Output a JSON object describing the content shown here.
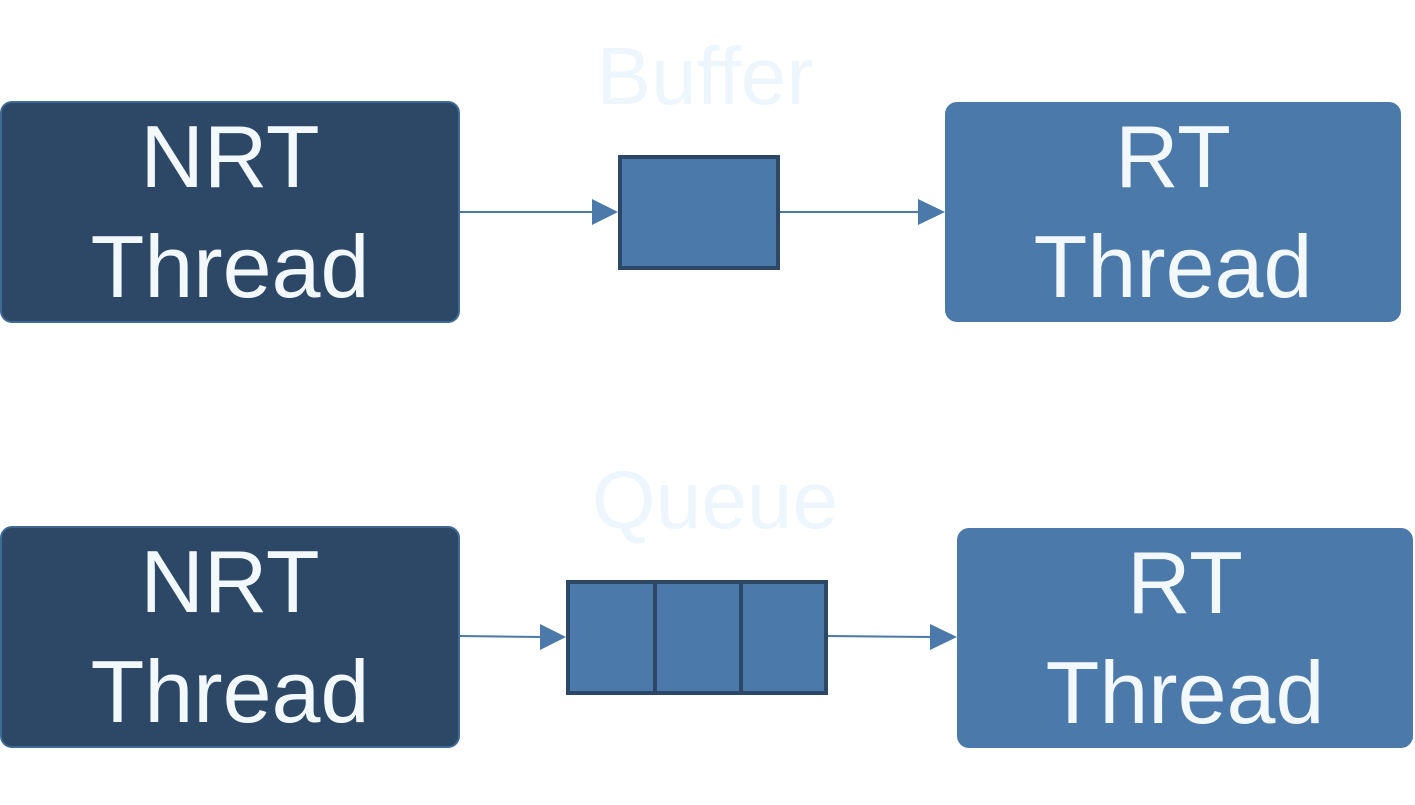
{
  "diagram": {
    "top": {
      "title": "Buffer",
      "source": {
        "line1": "NRT",
        "line2": "Thread"
      },
      "target": {
        "line1": "RT",
        "line2": "Thread"
      }
    },
    "bottom": {
      "title": "Queue",
      "source": {
        "line1": "NRT",
        "line2": "Thread"
      },
      "target": {
        "line1": "RT",
        "line2": "Thread"
      }
    }
  },
  "colors": {
    "nrt_fill": "#2c4866",
    "rt_fill": "#4a79aa",
    "arrow": "#4a79aa",
    "label_text": "#eef6fd"
  }
}
